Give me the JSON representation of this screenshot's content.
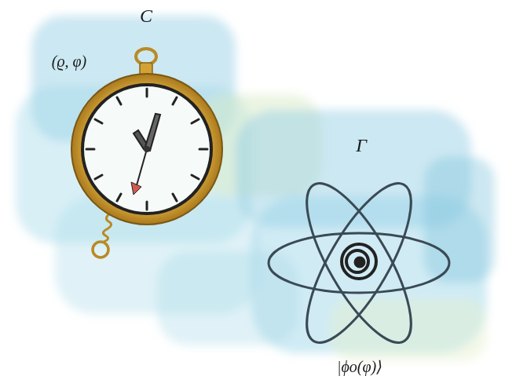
{
  "diagram": {
    "labels": [
      "C",
      "(ϱ, φ)",
      "Γ",
      "|ϕo(φ)⟩"
    ]
  }
}
